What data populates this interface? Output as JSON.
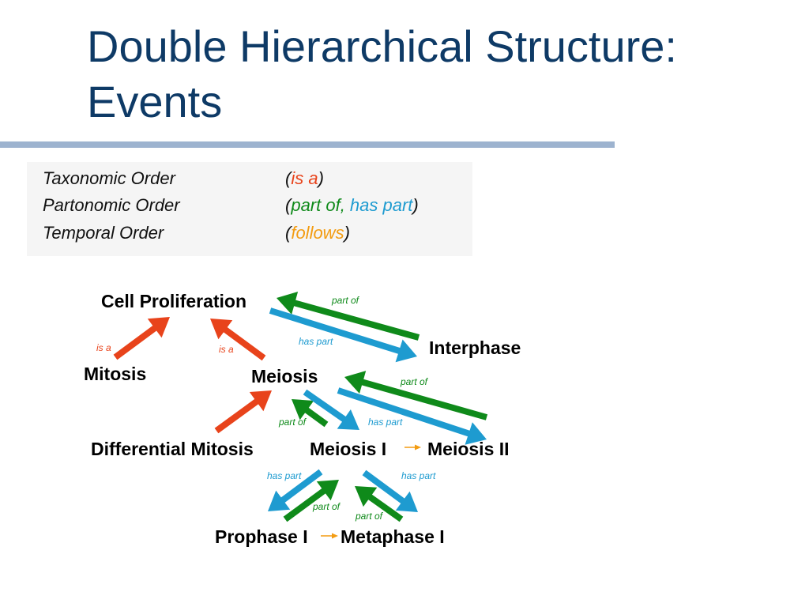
{
  "title": {
    "line1": "Double Hierarchical Structure:",
    "line2": "Events"
  },
  "legend": {
    "rows": [
      {
        "label": "Taxonomic Order",
        "open": "(",
        "parts": [
          {
            "text": "is a",
            "color": "red"
          }
        ],
        "close": ")"
      },
      {
        "label": "Partonomic Order",
        "open": "(",
        "parts": [
          {
            "text": "part of, ",
            "color": "green"
          },
          {
            "text": "has part",
            "color": "blue"
          }
        ],
        "close": ")"
      },
      {
        "label": "Temporal Order",
        "open": "(",
        "parts": [
          {
            "text": "follows",
            "color": "orange"
          }
        ],
        "close": ")"
      }
    ]
  },
  "colors": {
    "is_a": "#e8431b",
    "part_of": "#0f8a1a",
    "has_part": "#1e9bd0",
    "follows": "#f39c12",
    "title": "#0e3a66"
  },
  "nodes": {
    "cell_proliferation": "Cell Proliferation",
    "interphase": "Interphase",
    "mitosis": "Mitosis",
    "meiosis": "Meiosis",
    "differential_mitosis": "Differential Mitosis",
    "meiosis_1": "Meiosis I",
    "meiosis_2": "Meiosis II",
    "prophase_1": "Prophase I",
    "metaphase_1": "Metaphase I"
  },
  "relations": [
    {
      "id": "r1",
      "from": "interphase",
      "to": "cell_proliferation",
      "type": "part_of",
      "label": "part of"
    },
    {
      "id": "r2",
      "from": "cell_proliferation",
      "to": "interphase",
      "type": "has_part",
      "label": "has part"
    },
    {
      "id": "r3",
      "from": "mitosis",
      "to": "cell_proliferation",
      "type": "is_a",
      "label": "is a"
    },
    {
      "id": "r4",
      "from": "meiosis",
      "to": "cell_proliferation",
      "type": "is_a",
      "label": "is a"
    },
    {
      "id": "r5",
      "from": "meiosis_2",
      "to": "meiosis",
      "type": "part_of",
      "label": "part of"
    },
    {
      "id": "r6",
      "from": "meiosis",
      "to": "meiosis_2",
      "type": "has_part",
      "label": "has part"
    },
    {
      "id": "r7",
      "from": "differential_mitosis",
      "to": "meiosis",
      "type": "is_a",
      "label": ""
    },
    {
      "id": "r8",
      "from": "meiosis_1",
      "to": "meiosis",
      "type": "part_of",
      "label": "part of"
    },
    {
      "id": "r9",
      "from": "meiosis",
      "to": "meiosis_1",
      "type": "has_part",
      "label": "has part"
    },
    {
      "id": "r10",
      "from": "meiosis_1",
      "to": "meiosis_2",
      "type": "follows",
      "label": ""
    },
    {
      "id": "r11",
      "from": "meiosis_1",
      "to": "prophase_1",
      "type": "has_part",
      "label": "has part"
    },
    {
      "id": "r12",
      "from": "prophase_1",
      "to": "meiosis_1",
      "type": "part_of",
      "label": "part of"
    },
    {
      "id": "r13",
      "from": "meiosis_1",
      "to": "metaphase_1",
      "type": "has_part",
      "label": "has part"
    },
    {
      "id": "r14",
      "from": "metaphase_1",
      "to": "meiosis_1",
      "type": "part_of",
      "label": "part of"
    },
    {
      "id": "r15",
      "from": "prophase_1",
      "to": "metaphase_1",
      "type": "follows",
      "label": ""
    }
  ]
}
